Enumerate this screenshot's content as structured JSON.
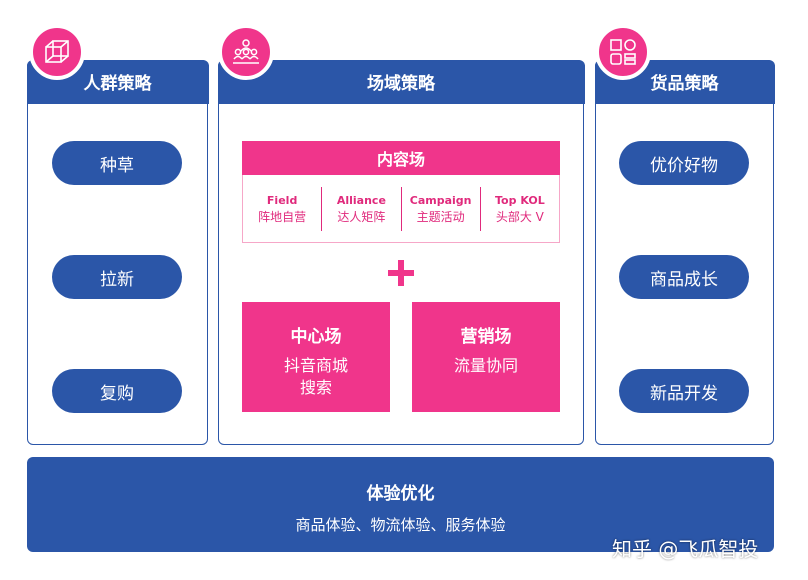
{
  "colors": {
    "blue": "#2b56a8",
    "pink": "#f0358b"
  },
  "left": {
    "title": "人群策略",
    "icon": "cube-icon",
    "items": [
      "种草",
      "拉新",
      "复购"
    ]
  },
  "middle": {
    "title": "场域策略",
    "icon": "people-group-icon",
    "content_field": {
      "title": "内容场",
      "cells": [
        {
          "en": "Field",
          "zh": "阵地自营"
        },
        {
          "en": "Alliance",
          "zh": "达人矩阵"
        },
        {
          "en": "Campaign",
          "zh": "主题活动"
        },
        {
          "en": "Top KOL",
          "zh": "头部大 V"
        }
      ]
    },
    "center_field": {
      "title": "中心场",
      "line1": "抖音商城",
      "line2": "搜索"
    },
    "marketing_field": {
      "title": "营销场",
      "line1": "流量协同"
    }
  },
  "right": {
    "title": "货品策略",
    "icon": "product-grid-icon",
    "items": [
      "优价好物",
      "商品成长",
      "新品开发"
    ]
  },
  "bottom": {
    "title": "体验优化",
    "subtitle": "商品体验、物流体验、服务体验"
  },
  "watermark": "知乎 @飞瓜智投"
}
